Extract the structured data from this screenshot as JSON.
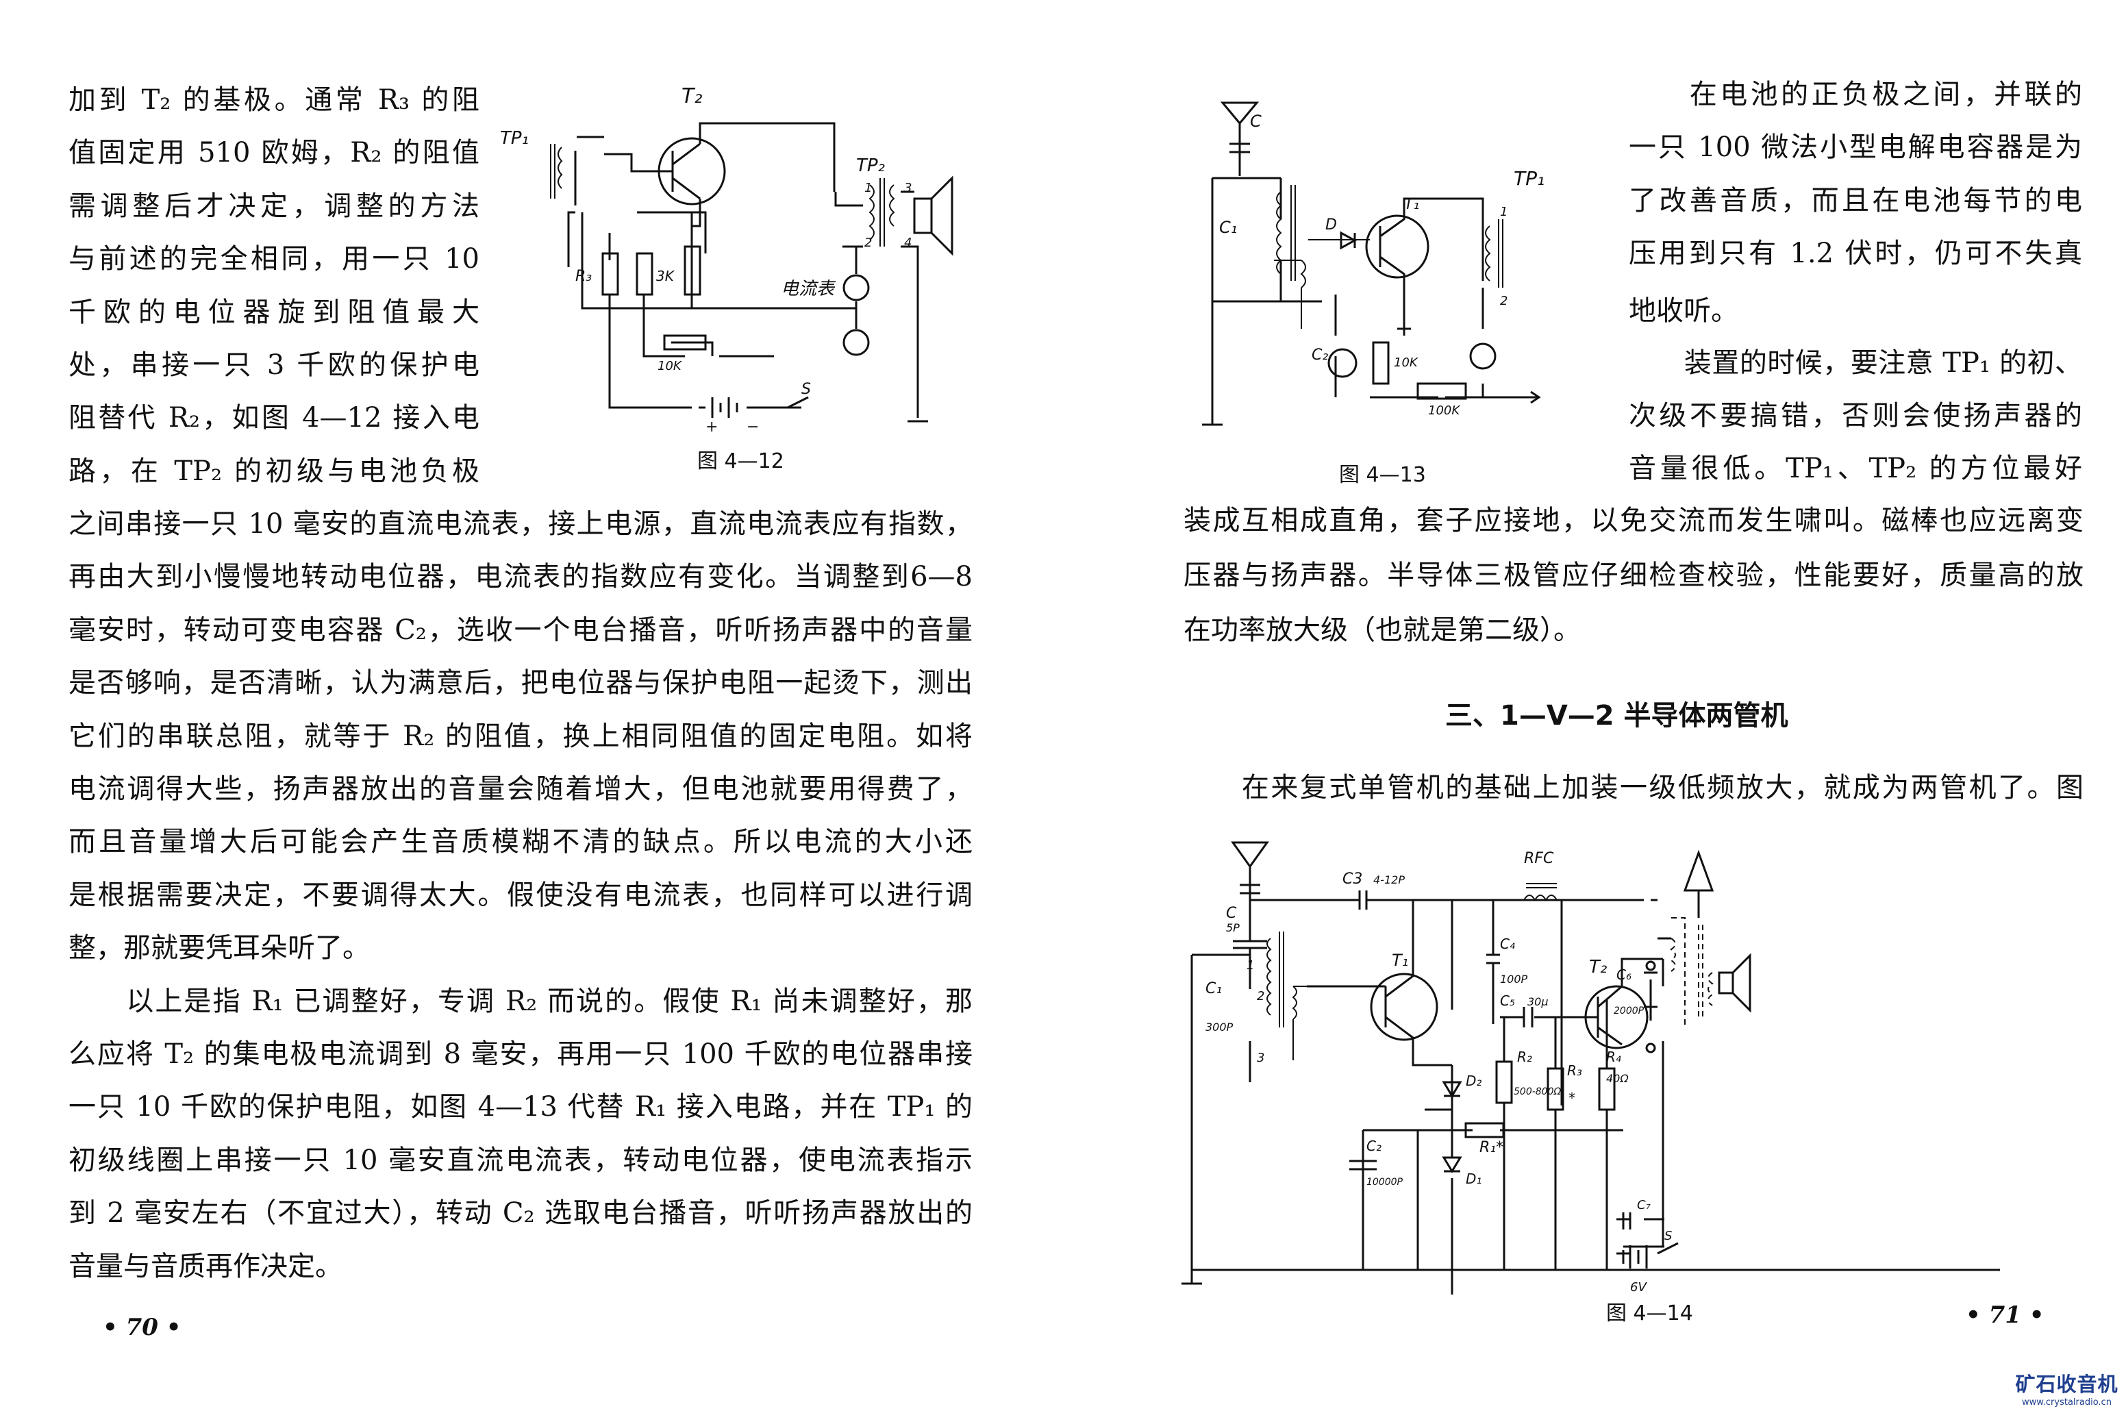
{
  "left_page": {
    "column_lines": [
      "加到 T₂ 的基极。通常 R₃ 的阻",
      "值固定用 510 欧姆，R₂ 的阻值",
      "需调整后才决定，调整的方法",
      "与前述的完全相同，用一只 10",
      "千欧的电位器旋到阻值最大",
      "处，串接一只 3 千欧的保护电",
      "阻替代 R₂，如图 4—12 接入电",
      "路，在 TP₂ 的初级与电池负极"
    ],
    "full_lines": [
      "之间串接一只 10 毫安的直流电流表，接上电源，直流电流表应有指数，",
      "再由大到小慢慢地转动电位器，电流表的指数应有变化。当调整到6—8",
      "毫安时，转动可变电容器 C₂，选收一个电台播音，听听扬声器中的音量",
      "是否够响，是否清晰，认为满意后，把电位器与保护电阻一起烫下，测出",
      "它们的串联总阻，就等于 R₂ 的阻值，换上相同阻值的固定电阻。如将",
      "电流调得大些，扬声器放出的音量会随着增大，但电池就要用得费了，",
      "而且音量增大后可能会产生音质模糊不清的缺点。所以电流的大小还",
      "是根据需要决定，不要调得太大。假使没有电流表，也同样可以进行调",
      "整，那就要凭耳朵听了。",
      "　　以上是指 R₁ 已调整好，专调 R₂ 而说的。假使 R₁ 尚未调整好，那",
      "么应将 T₂ 的集电极电流调到 8 毫安，再用一只 100 千欧的电位器串接",
      "一只 10 千欧的保护电阻，如图 4—13 代替 R₁ 接入电路，并在 TP₁ 的",
      "初级线圈上串接一只 10 毫安直流电流表，转动电位器，使电流表指示",
      "到 2 毫安左右（不宜过大），转动 C₂ 选取电台播音，听听扬声器放出的",
      "音量与音质再作决定。"
    ],
    "figure": {
      "caption": "图 4—12",
      "labels": {
        "t2": "T₂",
        "tp1": "TP₁",
        "tp2": "TP₂",
        "r3": "R₃",
        "r_3k": "3K",
        "pot": "10K",
        "meter": "电流表",
        "s": "S",
        "n1": "1",
        "n2": "2",
        "n3": "3",
        "n4": "4",
        "plus": "+",
        "minus": "−"
      }
    },
    "page_number": "• 70 •"
  },
  "right_page": {
    "column_lines": [
      "　　在电池的正负极之间，并联的",
      "一只 100 微法小型电解电容器是为",
      "了改善音质，而且在电池每节的电",
      "压用到只有 1.2 伏时，仍可不失真",
      "地收听。",
      "　　装置的时候，要注意 TP₁ 的初、",
      "次级不要搞错，否则会使扬声器的",
      "音量很低。TP₁、TP₂ 的方位最好"
    ],
    "full_lines": [
      "装成互相成直角，套子应接地，以免交流而发生啸叫。磁棒也应远离变",
      "压器与扬声器。半导体三极管应仔细检查校验，性能要好，质量高的放",
      "在功率放大级（也就是第二级）。"
    ],
    "section_heading": "三、1—V—2 半导体两管机",
    "section_lines": [
      "　　在来复式单管机的基础上加装一级低频放大，就成为两管机了。图"
    ],
    "figure_13": {
      "caption": "图 4—13",
      "labels": {
        "c": "C",
        "c1": "C₁",
        "d": "D",
        "t1": "T₁",
        "tp1": "TP₁",
        "c2": "C₂",
        "r10k": "10K",
        "pot": "100K",
        "n1": "1",
        "n2": "2"
      }
    },
    "figure_14": {
      "caption": "图 4—14",
      "labels": {
        "c": "C",
        "c_val": "5P",
        "c3": "C3",
        "c3_val": "4-12P",
        "rfc": "RFC",
        "c1": "C₁",
        "c1_val": "300P",
        "t1": "T₁",
        "c4": "C₄",
        "c4_val": "100P",
        "d2": "D₂",
        "d1": "D₁",
        "c5": "C₅",
        "c5_val": "30μ",
        "t2": "T₂",
        "r2": "R₂",
        "r2_val": "500-800Ω",
        "r3": "R₃",
        "r3_val": "*",
        "r4": "R₄",
        "r4_val": "40Ω",
        "c6": "C₆",
        "c6_val": "2000P",
        "c7": "C₇",
        "r1": "R₁*",
        "c2": "C₂",
        "c2_val": "10000P",
        "s": "S",
        "v": "6V",
        "n1": "1",
        "n2": "2",
        "n3": "3"
      }
    },
    "page_number": "• 71 •"
  },
  "watermark": {
    "name": "矿石收音机",
    "url": "www.crystalradio.cn",
    "color": "#1f3f8f"
  }
}
